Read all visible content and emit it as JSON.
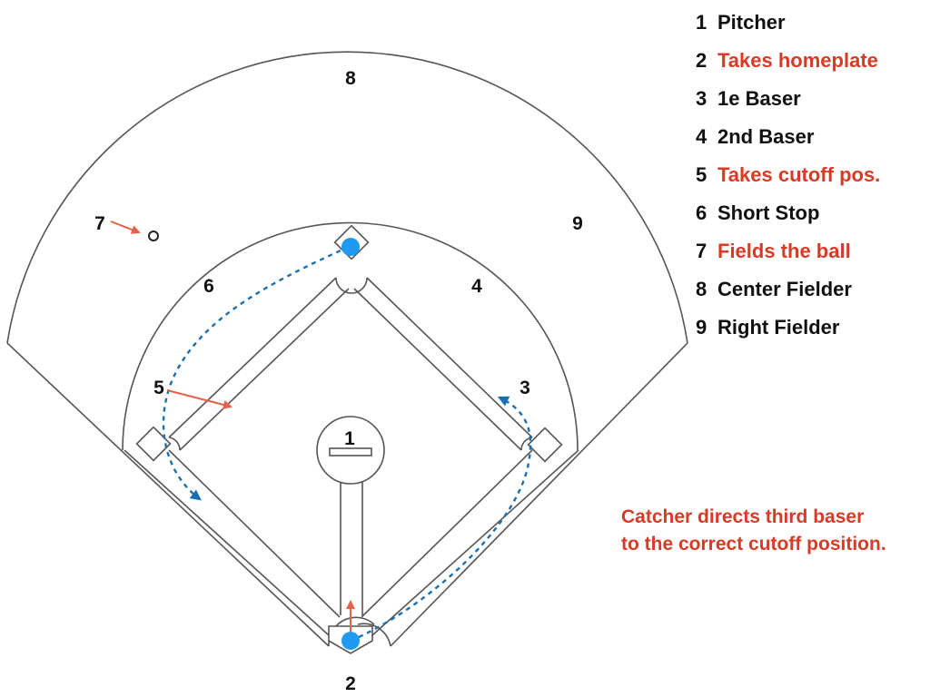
{
  "title": "",
  "colors": {
    "lines": "#555555",
    "runner_path": "#1a6fb0",
    "player_dot": "#1e9bf0",
    "move_arrow": "#e8604a",
    "highlight_text": "#d93a26"
  },
  "legend": [
    {
      "number": "1",
      "label": "Pitcher",
      "highlight": false
    },
    {
      "number": "2",
      "label": "Takes homeplate",
      "highlight": true
    },
    {
      "number": "3",
      "label": "1e Baser",
      "highlight": false
    },
    {
      "number": "4",
      "label": "2nd Baser",
      "highlight": false
    },
    {
      "number": "5",
      "label": "Takes cutoff pos.",
      "highlight": true
    },
    {
      "number": "6",
      "label": "Short Stop",
      "highlight": false
    },
    {
      "number": "7",
      "label": "Fields the ball",
      "highlight": true
    },
    {
      "number": "8",
      "label": "Center Fielder",
      "highlight": false
    },
    {
      "number": "9",
      "label": "Right Fielder",
      "highlight": false
    }
  ],
  "field_labels": {
    "p1": "1",
    "p2": "2",
    "p3": "3",
    "p4": "4",
    "p5": "5",
    "p6": "6",
    "p7": "7",
    "p8": "8",
    "p9": "9"
  },
  "note": {
    "line1": "Catcher directs third baser",
    "line2": "to the correct cutoff position."
  }
}
